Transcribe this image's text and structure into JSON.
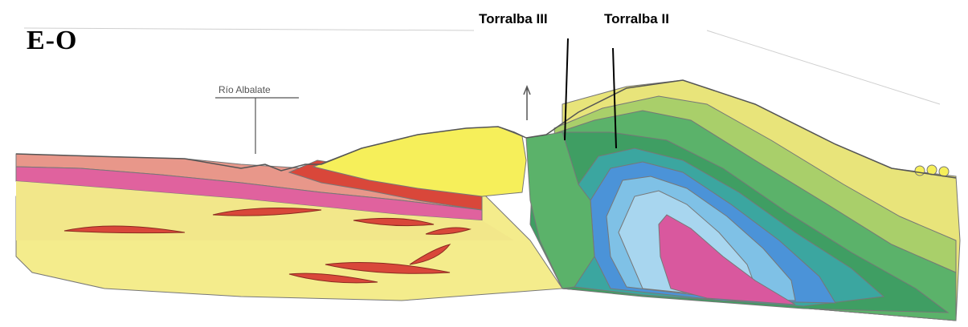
{
  "figure": {
    "direction_label": "E-O",
    "river_label": "Río Albalate",
    "site_labels": [
      "Torralba III",
      "Torralba II"
    ]
  },
  "colors": {
    "pale_yellow": "#f4ec8c",
    "sand_yellow": "#f2e78a",
    "bright_yellow": "#f6ef5a",
    "salmon": "#e8978a",
    "magenta": "#e0629e",
    "red": "#d9473a",
    "dark_green": "#3f9e63",
    "green": "#5bb26a",
    "light_green": "#a9cf6a",
    "teal": "#3ba6a0",
    "blue": "#4b93d8",
    "light_blue": "#7fc1e6",
    "pale_blue": "#a8d6ef",
    "pink": "#d9589e",
    "line_color": "#555555"
  }
}
